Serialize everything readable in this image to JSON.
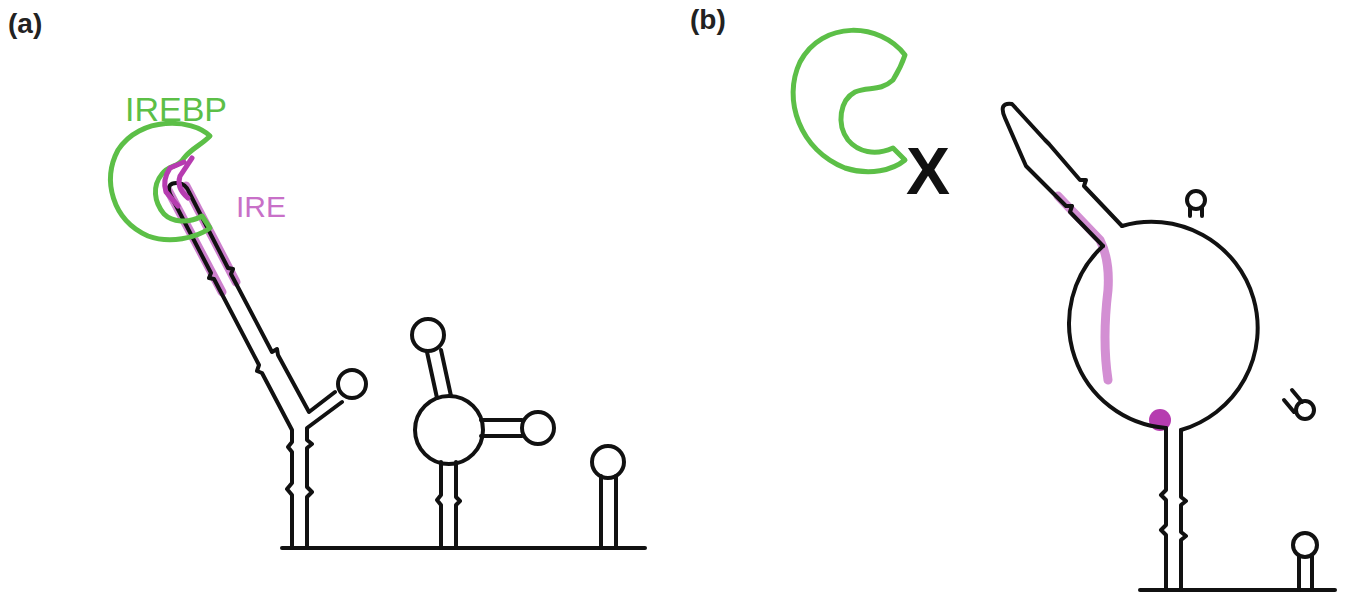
{
  "diagram": {
    "nodes": [
      {
        "text": [
          "IREBP"
        ]
      }
    ],
    "labels": [
      "(a)",
      "IRE",
      "(b)",
      "X"
    ]
  }
}
